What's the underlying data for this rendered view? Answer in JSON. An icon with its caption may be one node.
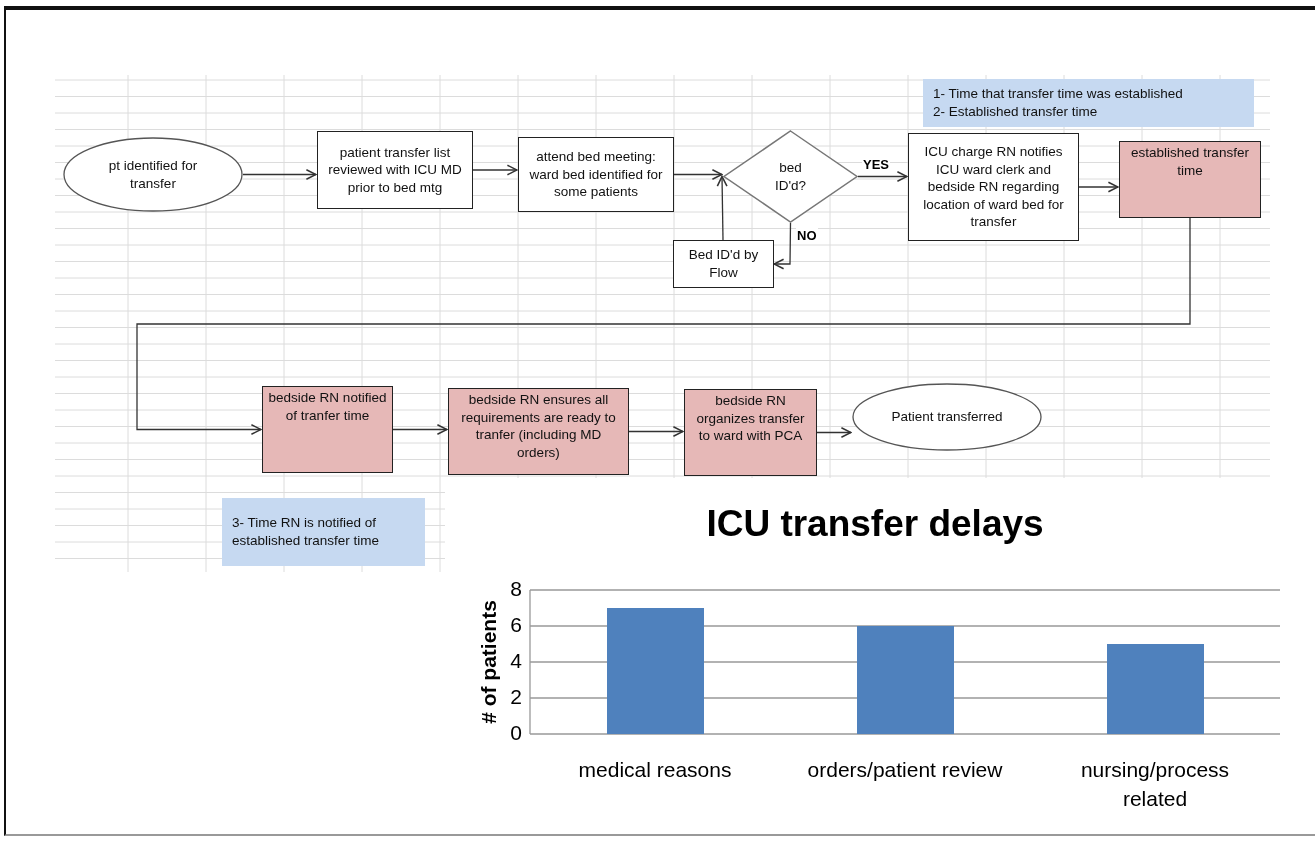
{
  "diagram": {
    "nodes": [
      {
        "text": [
          "pt identified for transfer"
        ]
      },
      {
        "text": [
          "patient transfer list reviewed with ICU MD prior to bed mtg"
        ]
      },
      {
        "text": [
          "attend bed meeting: ward bed identified for some patients"
        ]
      },
      {
        "text": [
          "bed ID'd?"
        ]
      },
      {
        "text": [
          "Bed ID'd by Flow"
        ]
      },
      {
        "text": [
          "ICU charge RN notifies ICU ward clerk and bedside RN regarding location of ward bed for transfer"
        ]
      },
      {
        "text": [
          "established transfer time"
        ]
      },
      {
        "text": [
          "bedside RN notified of tranfer time"
        ]
      },
      {
        "text": [
          "bedside RN ensures all requirements are ready to tranfer (including MD orders)"
        ]
      },
      {
        "text": [
          "bedside RN organizes transfer to ward with PCA"
        ]
      },
      {
        "text": [
          "Patient transferred"
        ]
      },
      {
        "text": [
          "1- Time that transfer time was established",
          "2- Established transfer time"
        ]
      },
      {
        "text": [
          "3- Time RN is notified of established transfer time"
        ]
      }
    ],
    "edges": [
      {
        "from": 0,
        "to": 1,
        "arrow": "to"
      },
      {
        "from": 1,
        "to": 2,
        "arrow": "to"
      },
      {
        "from": 2,
        "to": 3,
        "arrow": "to"
      },
      {
        "from": 3,
        "to": 5,
        "arrow": "to",
        "label": "YES"
      },
      {
        "from": 3,
        "to": 4,
        "arrow": "to",
        "label": "NO"
      },
      {
        "from": 4,
        "to": 3,
        "arrow": "to"
      },
      {
        "from": 5,
        "to": 6,
        "arrow": "to"
      },
      {
        "from": 6,
        "to": 7,
        "arrow": "to"
      },
      {
        "from": 7,
        "to": 8,
        "arrow": "to"
      },
      {
        "from": 8,
        "to": 9,
        "arrow": "to"
      },
      {
        "from": 9,
        "to": 10,
        "arrow": "to"
      }
    ],
    "chart_data": {
      "type": "bar",
      "title": "ICU transfer delays",
      "ylabel": "# of patients",
      "categories": [
        "medical reasons",
        "orders/patient review",
        "nursing/process related"
      ],
      "series": [
        {
          "color": "#4f81bd",
          "values": [
            7,
            6,
            5
          ]
        }
      ],
      "ylim": [
        0,
        8
      ],
      "yticks": [
        0,
        2,
        4,
        6,
        8
      ],
      "grid": true
    }
  }
}
